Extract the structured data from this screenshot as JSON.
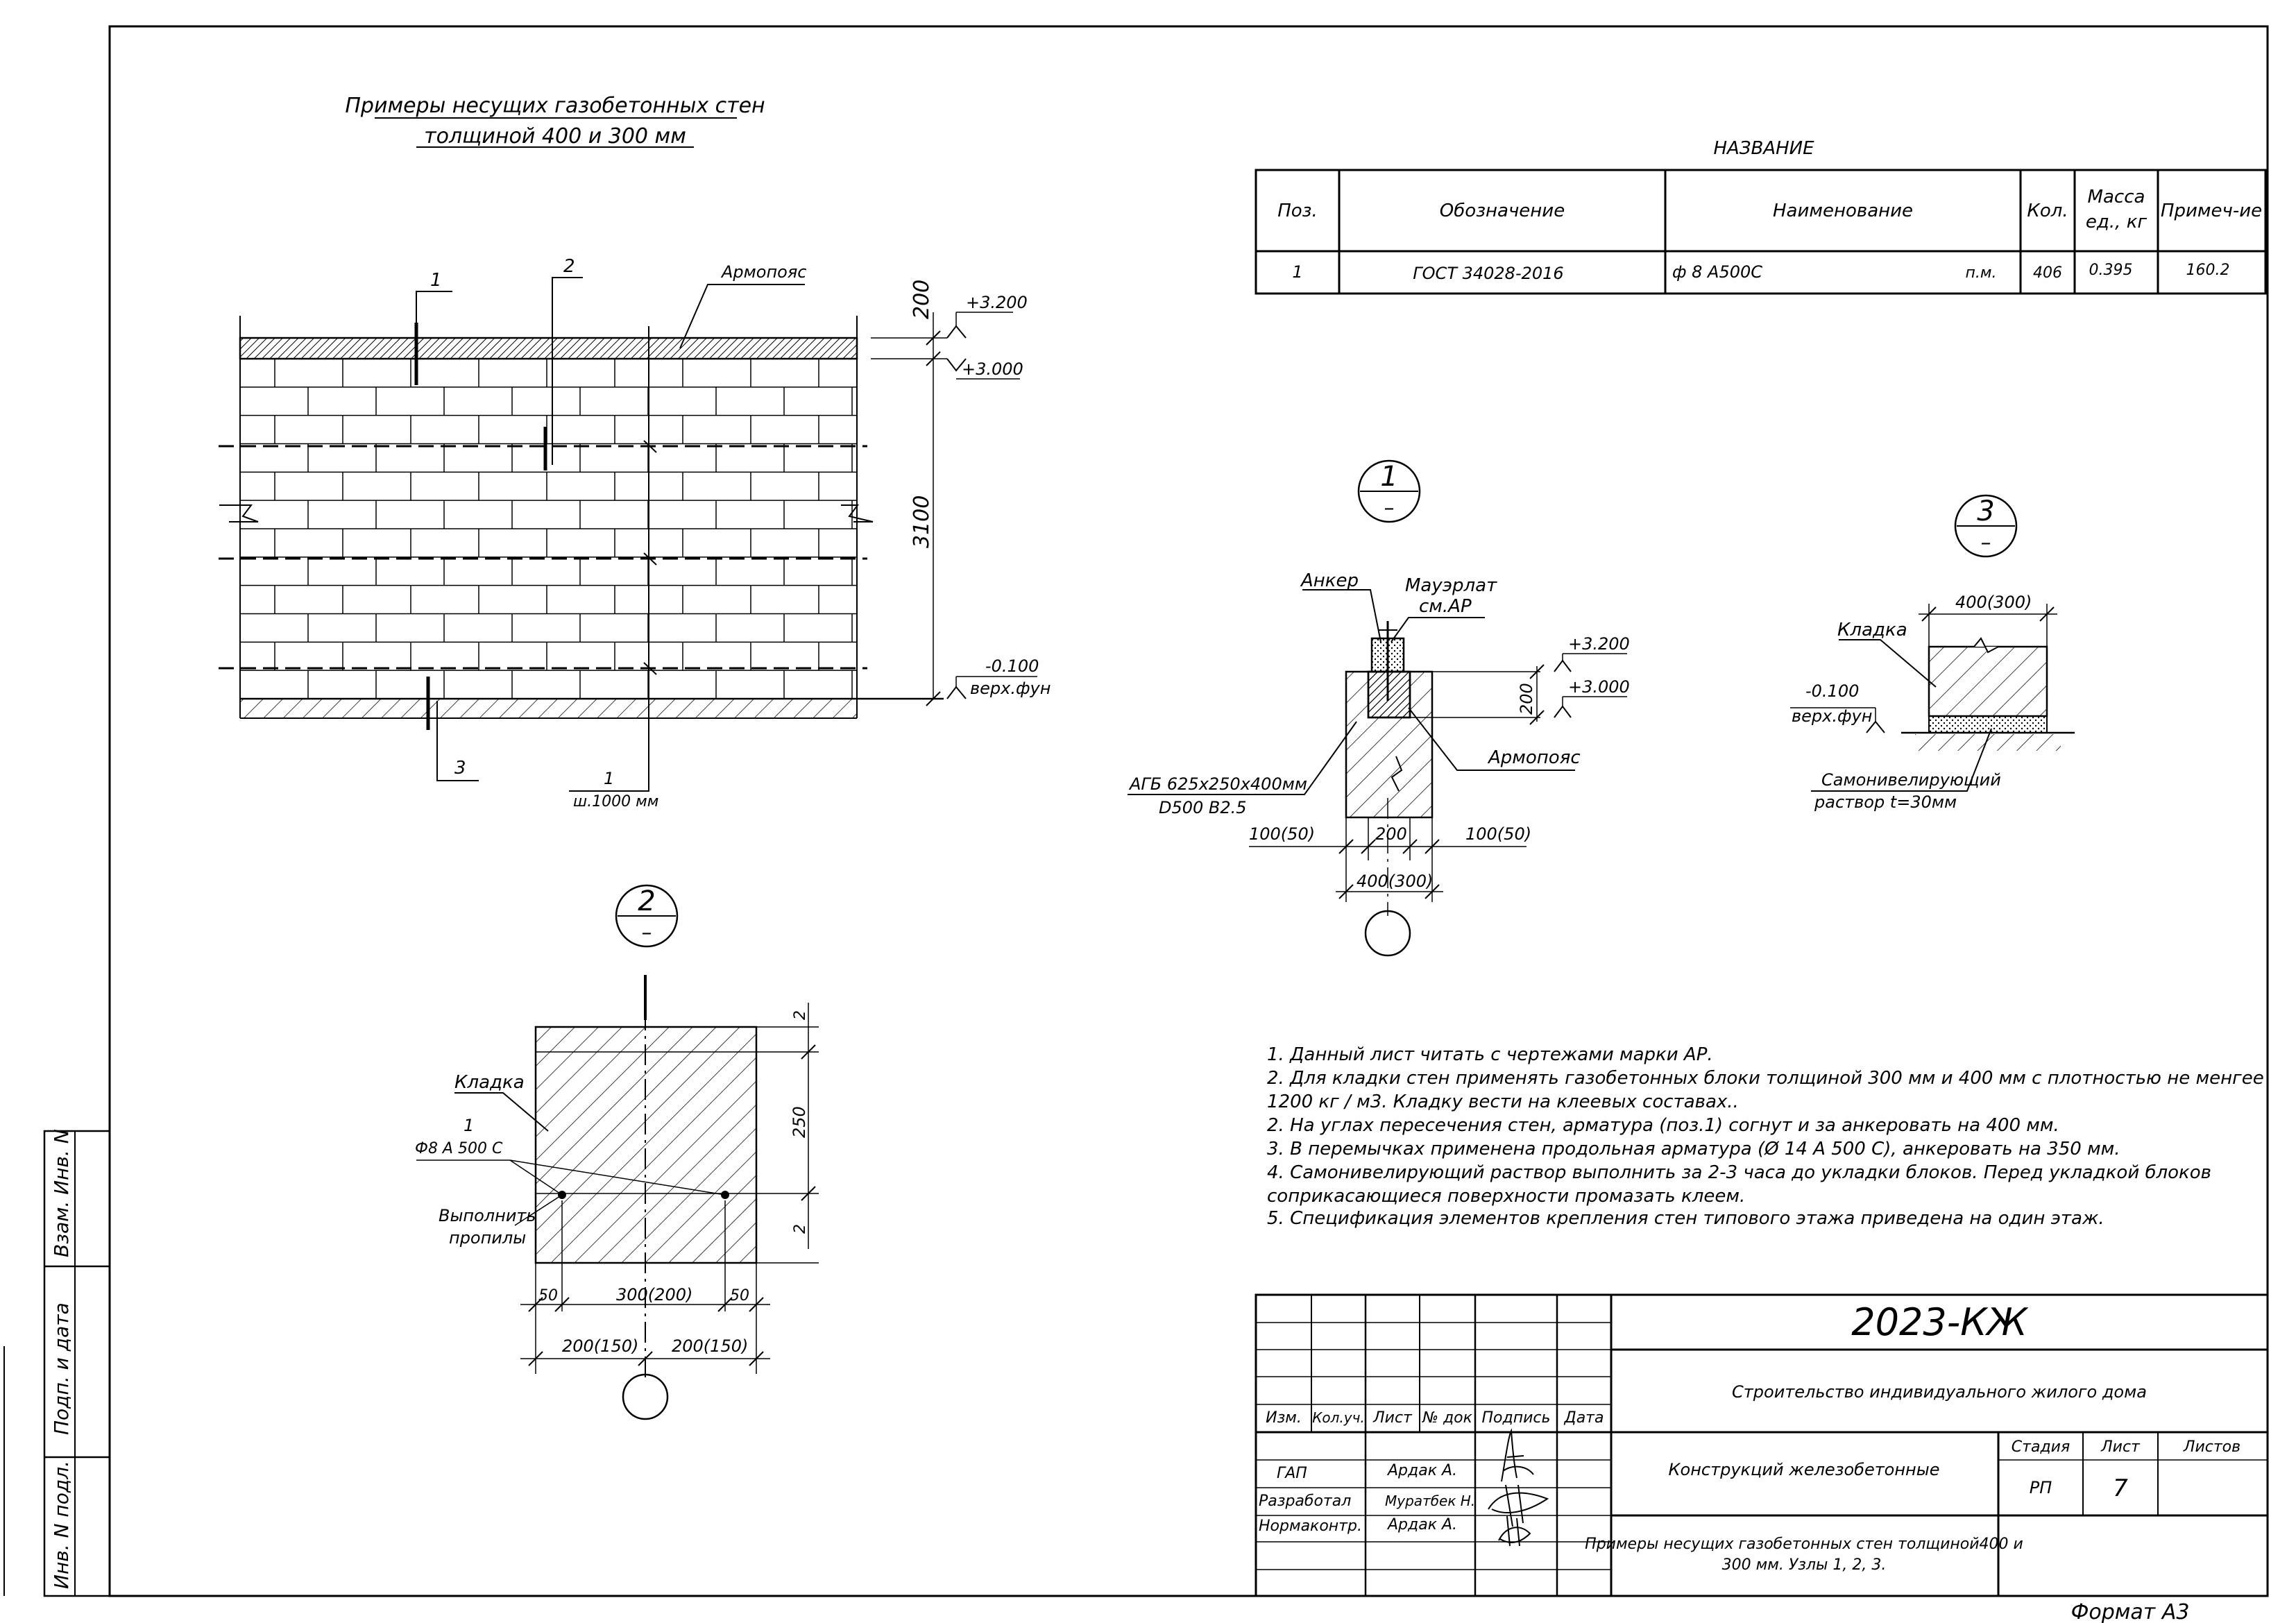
{
  "sheet": {
    "format": "Формат А3"
  },
  "main_view": {
    "title_line1": "Примеры несущих газобетонных стен",
    "title_line2": "толщиной  400  и  300  мм",
    "label_armopoyas": "Армопояс",
    "callout_1": "1",
    "callout_2": "2",
    "callout_3": "3",
    "dim_200": "200",
    "dim_3100": "3100",
    "level_3200": "+3.200",
    "level_3000": "+3.000",
    "level_found": "-0.100",
    "level_found_label": "верх.фун",
    "bottom_callout_num": "1",
    "bottom_callout_text": "ш.1000 мм"
  },
  "spec_table": {
    "title": "НАЗВАНИЕ",
    "headers": [
      "Поз.",
      "Обозначение",
      "Наименование",
      "Кол.",
      "Масса ед., кг",
      "Примеч-ие"
    ],
    "header_mass_line1": "Масса",
    "header_mass_line2": "ед., кг",
    "row": {
      "pos": "1",
      "designation": "ГОСТ 34028-2016",
      "name": "ф 8  А500С",
      "unit": "п.м.",
      "qty": "406",
      "mass": "0.395",
      "note": "160.2"
    }
  },
  "node_1": {
    "mark": "1",
    "mark_sub": "–",
    "anchor": "Анкер",
    "mauerlat_line1": "Мауэрлат",
    "mauerlat_line2": "см.АР",
    "level_3200": "+3.200",
    "level_3000": "+3.000",
    "dim_200": "200",
    "armopoyas": "Армопояс",
    "block_line1": "АГБ  625х250х400мм",
    "block_line2": "D500  B2.5",
    "dim_left": "100(50)",
    "dim_mid": "200",
    "dim_right": "100(50)",
    "dim_total": "400(300)"
  },
  "node_3": {
    "mark": "3",
    "mark_sub": "–",
    "dim_top": "400(300)",
    "kladka": "Кладка",
    "level": "-0.100",
    "level_label": "верх.фун",
    "mortar_line1": "Самонивелирующий",
    "mortar_line2": "раствор  t=30мм"
  },
  "node_2": {
    "mark": "2",
    "mark_sub": "–",
    "kladka": "Кладка",
    "rebar_num": "1",
    "rebar_text": "Ф8 А 500 С",
    "cut_line1": "Выполнить",
    "cut_line2": "пропилы",
    "dim_2_top": "2",
    "dim_250": "250",
    "dim_2_bot": "2",
    "dim_50_left": "50",
    "dim_300": "300(200)",
    "dim_50_right": "50",
    "dim_200_left": "200(150)",
    "dim_200_right": "200(150)"
  },
  "notes": [
    "1.   Данный лист читать с чертежами марки АР.",
    "2.   Для кладки стен применять газобетонных блоки толщиной  300  мм и  400 мм с плотностью не менгее",
    "1200 кг / м3.  Кладку вести на клеевых составах..",
    "2.   На углах пересечения стен, арматура  (поз.1)  согнут и за анкеровать на  400 мм.",
    "3.   В перемычках применена продольная арматура  (Ø 14  А 500 С),  анкеровать на  350 мм.",
    "4.   Самонивелирующий раствор выполнить за  2-3  часа до укладки блоков. Перед укладкой блоков",
    "соприкасающиеся поверхности промазать клеем.",
    "5.   Спецификация элементов крепления стен типового этажа приведена на один этаж."
  ],
  "title_block": {
    "code": "2023-КЖ",
    "project": "Строительство индивидуального жилого дома",
    "section": "Конструкций железобетонные",
    "sheet_title_line1": "Примеры несущих газобетонных стен толщиной400 и",
    "sheet_title_line2": "300  мм.  Узлы  1,  2,  3.",
    "col_izm": "Изм.",
    "col_koluch": "Кол.уч.",
    "col_list": "Лист",
    "col_ndok": "№ док",
    "col_podpis": "Подпись",
    "col_data": "Дата",
    "stadiya_label": "Стадия",
    "list_label": "Лист",
    "listov_label": "Листов",
    "stadiya_value": "РП",
    "list_value": "7",
    "roles": [
      {
        "role": "ГАП",
        "name": "Ардак А."
      },
      {
        "role": "Разработал",
        "name": "Муратбек Н."
      },
      {
        "role": "Нормаконтр.",
        "name": "Ардак А."
      }
    ]
  },
  "side_stamp": {
    "vzam": "Взам. Инв. N",
    "podp": "Подп. и дата",
    "inv": "Инв. N подл."
  }
}
